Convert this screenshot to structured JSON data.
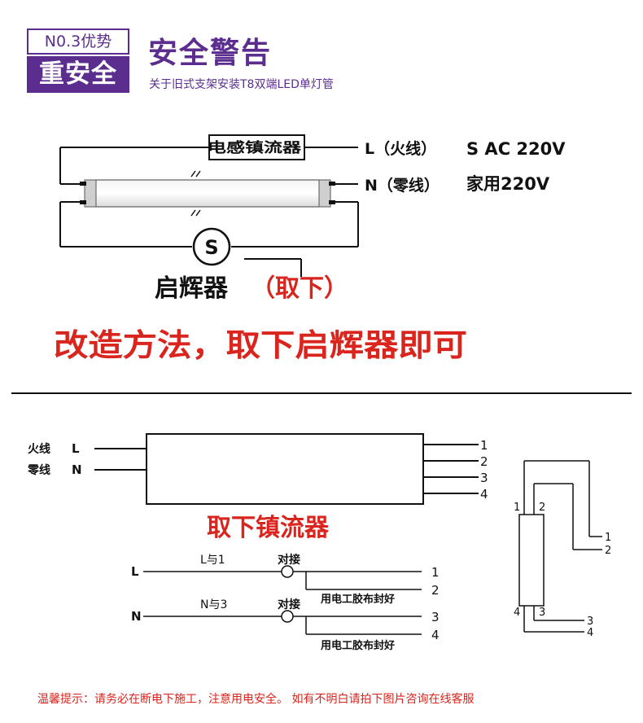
{
  "header": {
    "badge_top": "N0.3优势",
    "badge_bottom": "重安全",
    "title": "安全警告",
    "subtitle": "关于旧式支架安装T8双端LED单灯管"
  },
  "colors": {
    "purple": "#5b2d8e",
    "red": "#d9251d",
    "line": "#111111"
  },
  "diagram1": {
    "ballast_label": "电感镇流器",
    "live_label": "L（火线）",
    "neutral_label": "N（零线）",
    "voltage_1": "S AC 220V",
    "voltage_2": "家用220V",
    "starter_symbol": "S",
    "starter_label": "启辉器",
    "starter_note": "（取下）",
    "method": "改造方法，取下启辉器即可"
  },
  "diagram2": {
    "input_live": "火线",
    "input_live_letter": "L",
    "input_neutral": "零线",
    "input_neutral_letter": "N",
    "ballast_terminals": [
      "1",
      "2",
      "3",
      "4"
    ],
    "remove_label": "取下镇流器",
    "l_letter": "L",
    "n_letter": "N",
    "l_pair": "L与1",
    "n_pair": "N与3",
    "connect_1": "对接",
    "connect_2": "对接",
    "wire_1": "1",
    "wire_2": "2",
    "wire_3": "3",
    "wire_4": "4",
    "tape_1": "用电工胶布封好",
    "tape_2": "用电工胶布封好",
    "tube_pin_1": "1",
    "tube_pin_2": "2",
    "tube_pin_3": "3",
    "tube_pin_4": "4",
    "tube_out_1": "1",
    "tube_out_2": "2",
    "tube_out_3": "3",
    "tube_out_4": "4"
  },
  "footer": {
    "note": "温馨提示：请务必在断电下施工，注意用电安全。 如有不明白请拍下图片咨询在线客服"
  }
}
